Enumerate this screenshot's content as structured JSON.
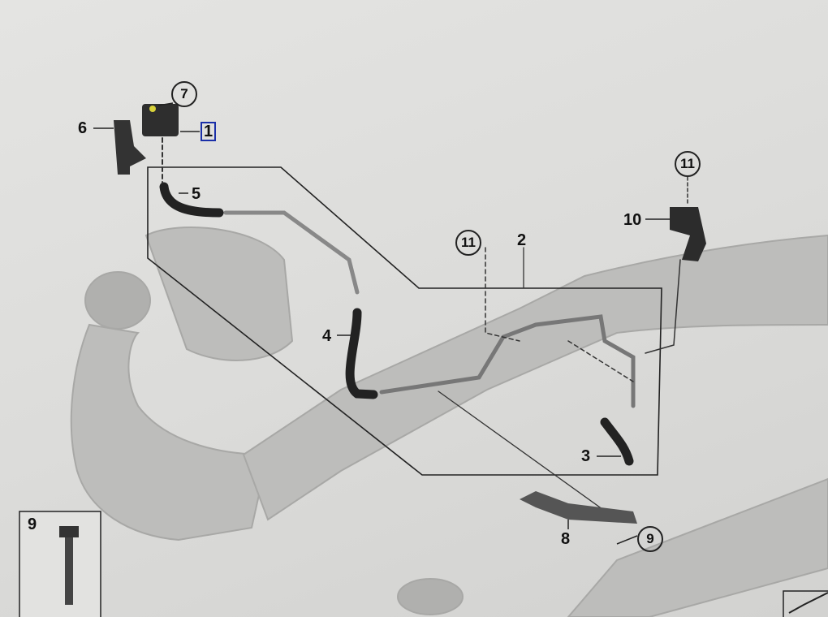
{
  "diagram": {
    "callouts": {
      "part_1": "1",
      "part_2": "2",
      "part_3": "3",
      "part_4": "4",
      "part_5": "5",
      "part_6": "6",
      "part_7": "7",
      "part_8": "8",
      "part_9_circle": "9",
      "part_9_box": "9",
      "part_10": "10",
      "part_11_top": "11",
      "part_11_mid": "11"
    },
    "highlight_color": "#1a2fa8"
  }
}
